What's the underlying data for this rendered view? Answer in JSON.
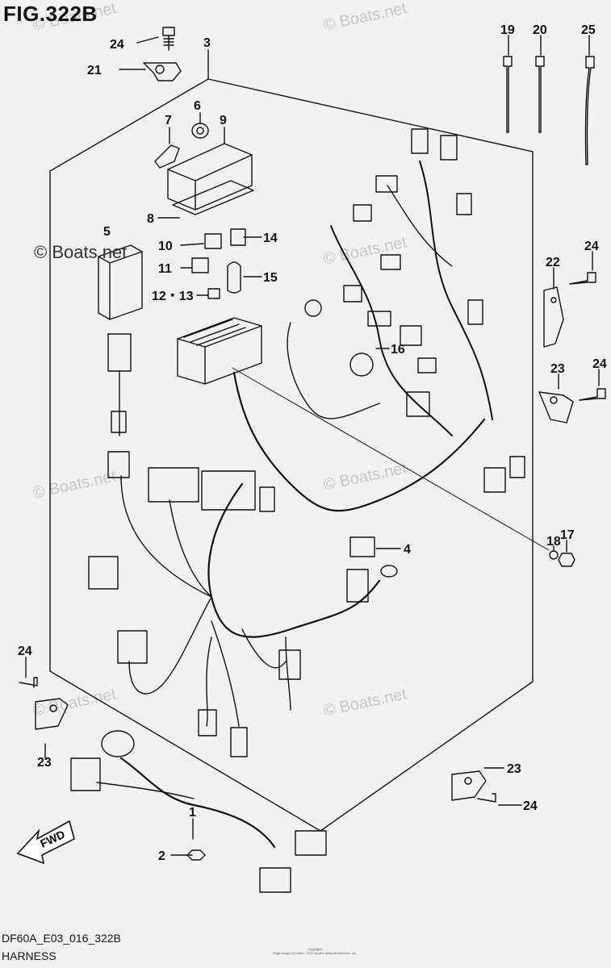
{
  "figure": {
    "title": "FIG.322B",
    "code": "DF60A_E03_016_322B",
    "name": "HARNESS",
    "copyright_lines": [
      "Copyright",
      "Page design (c) 2004 - 2017 by ARI Network Services, Inc."
    ]
  },
  "watermarks": {
    "main": "© Boats.net",
    "faint": "© Boats.net"
  },
  "fwd_label": "FWD",
  "callouts": [
    {
      "id": "c24a",
      "label": "24"
    },
    {
      "id": "c21",
      "label": "21"
    },
    {
      "id": "c3",
      "label": "3"
    },
    {
      "id": "c6",
      "label": "6"
    },
    {
      "id": "c7",
      "label": "7"
    },
    {
      "id": "c9",
      "label": "9"
    },
    {
      "id": "c8",
      "label": "8"
    },
    {
      "id": "c5",
      "label": "5"
    },
    {
      "id": "c10",
      "label": "10"
    },
    {
      "id": "c14",
      "label": "14"
    },
    {
      "id": "c11",
      "label": "11"
    },
    {
      "id": "c15",
      "label": "15"
    },
    {
      "id": "c12",
      "label": "12・13"
    },
    {
      "id": "c16",
      "label": "16"
    },
    {
      "id": "c19",
      "label": "19"
    },
    {
      "id": "c20",
      "label": "20"
    },
    {
      "id": "c25",
      "label": "25"
    },
    {
      "id": "c22",
      "label": "22"
    },
    {
      "id": "c24b",
      "label": "24"
    },
    {
      "id": "c23a",
      "label": "23"
    },
    {
      "id": "c24c",
      "label": "24"
    },
    {
      "id": "c18",
      "label": "18"
    },
    {
      "id": "c17",
      "label": "17"
    },
    {
      "id": "c4",
      "label": "4"
    },
    {
      "id": "c24d",
      "label": "24"
    },
    {
      "id": "c23b",
      "label": "23"
    },
    {
      "id": "c23c",
      "label": "23"
    },
    {
      "id": "c24e",
      "label": "24"
    },
    {
      "id": "c1",
      "label": "1"
    },
    {
      "id": "c2",
      "label": "2"
    }
  ]
}
